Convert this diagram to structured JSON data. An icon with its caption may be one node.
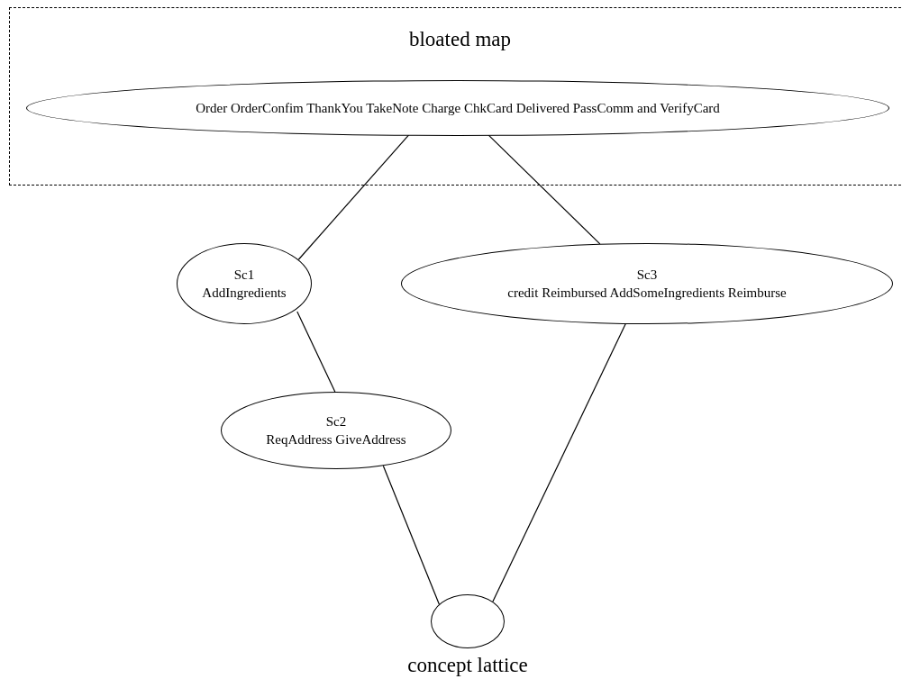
{
  "diagram": {
    "nodes": [
      {
        "text": [
          "bloated map"
        ]
      },
      {
        "text": [
          "Order OrderConfim ThankYou TakeNote Charge ChkCard Delivered PassComm and VerifyCard"
        ],
        "in": 0
      },
      {
        "text": [
          "Sc1",
          "AddIngredients"
        ]
      },
      {
        "text": [
          "Sc3",
          "credit Reimbursed AddSomeIngredients Reimburse"
        ]
      },
      {
        "text": [
          "Sc2",
          "ReqAddress GiveAddress"
        ]
      },
      {
        "text": [],
        "shape": "circle",
        "beside": [
          "concept lattice"
        ]
      }
    ],
    "edges": [
      {
        "from": 1,
        "to": 2,
        "arrow": "none"
      },
      {
        "from": 1,
        "to": 3,
        "arrow": "none"
      },
      {
        "from": 2,
        "to": 4,
        "arrow": "none"
      },
      {
        "from": 4,
        "to": 5,
        "arrow": "none"
      },
      {
        "from": 3,
        "to": 5,
        "arrow": "none"
      }
    ]
  }
}
